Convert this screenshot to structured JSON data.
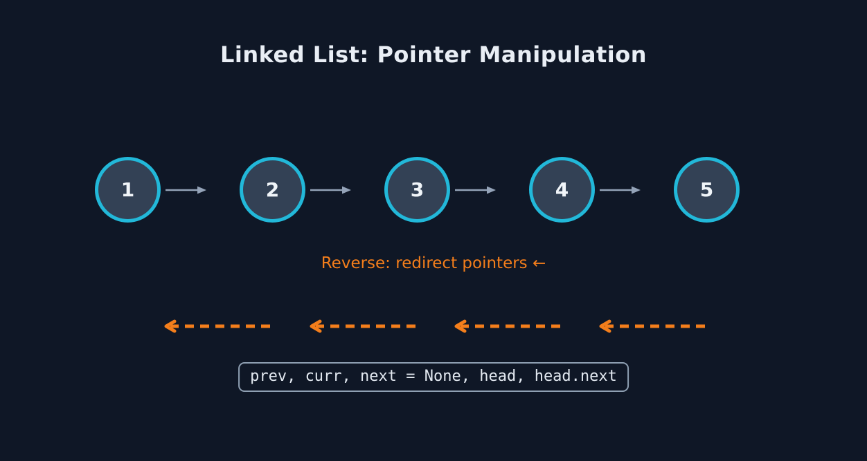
{
  "title": "Linked List: Pointer Manipulation",
  "nodes": [
    {
      "label": "1"
    },
    {
      "label": "2"
    },
    {
      "label": "3"
    },
    {
      "label": "4"
    },
    {
      "label": "5"
    }
  ],
  "caption": {
    "text": "Reverse: redirect pointers ←"
  },
  "code": {
    "text": "prev, curr, next = None, head, head.next"
  },
  "colors": {
    "bg": "#0f1726",
    "title": "#e9eef5",
    "node-fill": "#334155",
    "node-border": "#22b8d9",
    "node-text": "#f1f5f9",
    "next-arrow": "#94a3b8",
    "accent-orange": "#f47e1b",
    "code-text": "#e2e8f0",
    "code-border": "#8fa0b3"
  }
}
